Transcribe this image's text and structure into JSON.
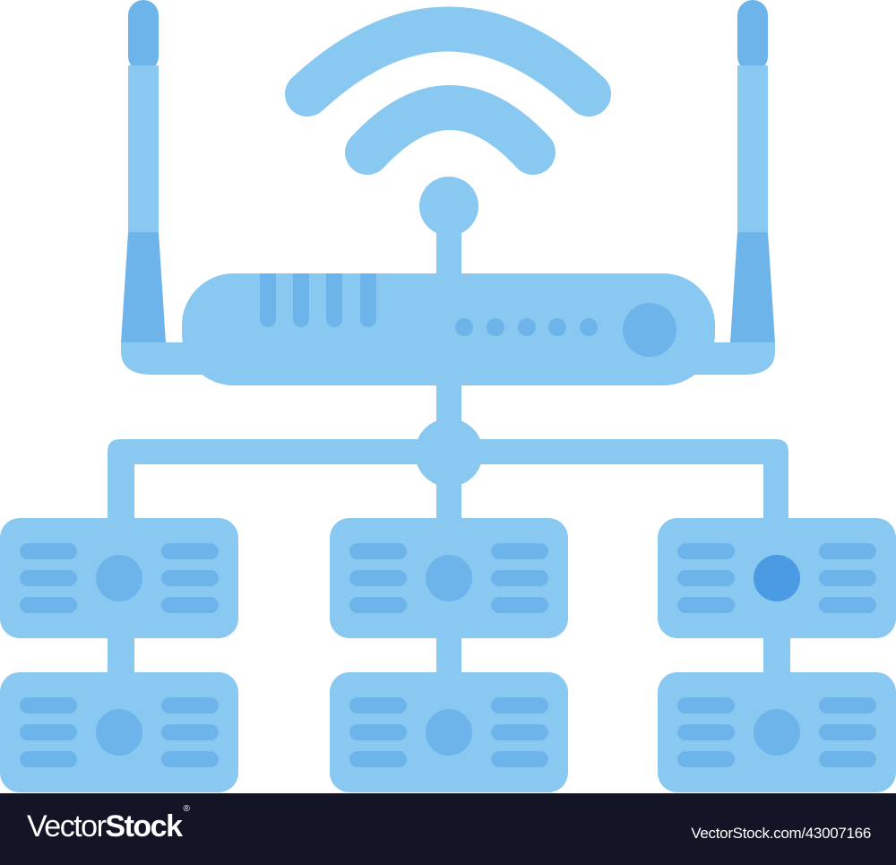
{
  "illustration": {
    "subject": "wifi router connected to network of six servers",
    "colors": {
      "light_blue": "#88c8f1",
      "mid_blue": "#6db4ea",
      "accent_blue": "#4a9be3",
      "background": "#ffffff"
    },
    "servers": [
      {
        "row": 1,
        "col": 1,
        "indicator": "normal"
      },
      {
        "row": 1,
        "col": 2,
        "indicator": "normal"
      },
      {
        "row": 1,
        "col": 3,
        "indicator": "active"
      },
      {
        "row": 2,
        "col": 1,
        "indicator": "normal"
      },
      {
        "row": 2,
        "col": 2,
        "indicator": "normal"
      },
      {
        "row": 2,
        "col": 3,
        "indicator": "normal"
      }
    ]
  },
  "footer": {
    "brand_light": "Vector",
    "brand_bold": "Stock",
    "brand_mark": "®",
    "reference": "VectorStock.com/43007166",
    "background": "#131425"
  }
}
